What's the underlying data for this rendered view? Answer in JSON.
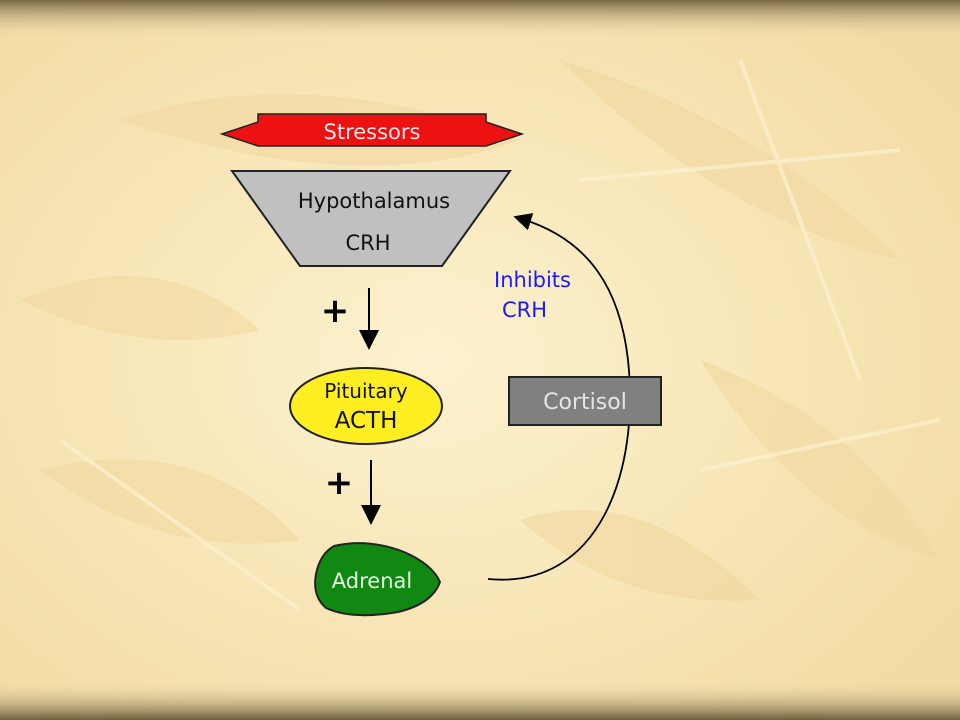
{
  "diagram": {
    "stressors": {
      "label": "Stressors",
      "color": "#ee1111"
    },
    "hypothalamus": {
      "label": "Hypothalamus",
      "hormone": "CRH",
      "color": "#c0c0c0"
    },
    "pituitary": {
      "label": "Pituitary",
      "hormone": "ACTH",
      "color": "#ffee22"
    },
    "adrenal": {
      "label": "Adrenal",
      "color": "#118811"
    },
    "cortisol": {
      "label": "Cortisol",
      "color": "#808080"
    },
    "inhibits": {
      "line1": "Inhibits",
      "line2": "CRH",
      "color": "#1a1aff"
    },
    "stimulation_sign": "+",
    "feedback_arrow": "curved arrow from Adrenal back to Hypothalamus",
    "theme": {
      "background": "#f8e7b7",
      "frame_gradient": "#8a7548"
    }
  }
}
